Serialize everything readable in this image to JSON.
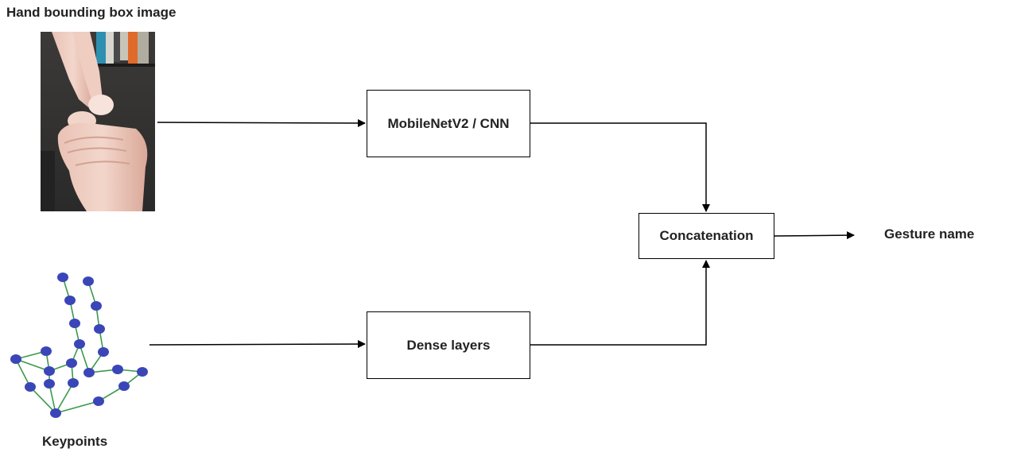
{
  "labels": {
    "image_input": "Hand bounding box image",
    "keypoints_input": "Keypoints",
    "output": "Gesture name"
  },
  "nodes": {
    "cnn": "MobileNetV2 / CNN",
    "dense": "Dense layers",
    "concat": "Concatenation"
  },
  "colors": {
    "keypoint_node": "#3a46b8",
    "keypoint_edge": "#3a9a4a",
    "line": "#000000",
    "text": "#222222"
  },
  "edges": [
    {
      "from": "image_input",
      "to": "cnn"
    },
    {
      "from": "keypoints_input",
      "to": "dense"
    },
    {
      "from": "cnn",
      "to": "concat"
    },
    {
      "from": "dense",
      "to": "concat"
    },
    {
      "from": "concat",
      "to": "output"
    }
  ]
}
